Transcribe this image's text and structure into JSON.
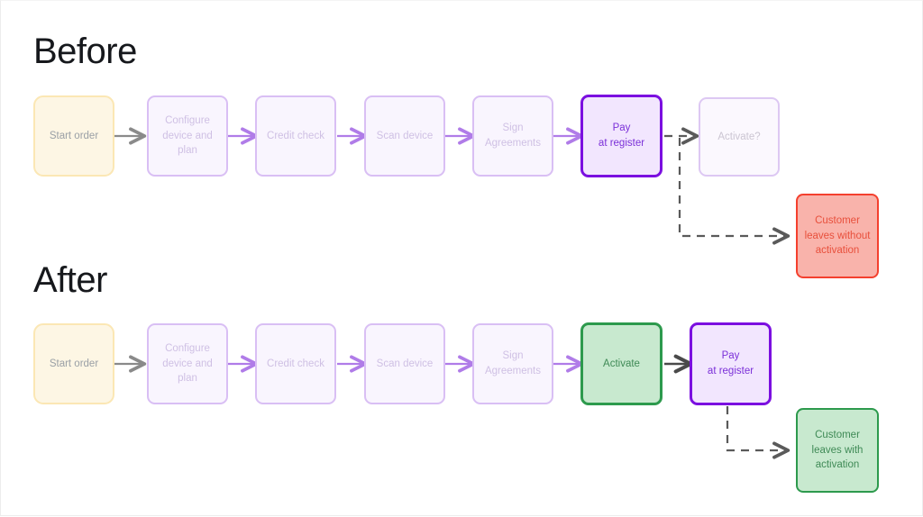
{
  "diagram": {
    "title_before": "Before",
    "title_after": "After",
    "colors": {
      "start_fill": "#fdf6e4",
      "start_border": "#fbe7b4",
      "step_fill": "#f9f5fe",
      "step_border": "#d9bff4",
      "highlight_border": "#7b0fe0",
      "highlight_fill": "#f2e6fe",
      "green_fill": "#c8e9cf",
      "green_border": "#2d9a4d",
      "red_fill": "#f9b3ab",
      "red_border": "#f4402e",
      "arrow_purple": "#b07ce8",
      "arrow_gray": "#8a8a8a",
      "dashed_gray": "#555555"
    },
    "before": {
      "nodes": [
        {
          "id": "start-order",
          "label": "Start order",
          "kind": "start"
        },
        {
          "id": "configure",
          "label": "Configure\ndevice and\nplan",
          "kind": "step"
        },
        {
          "id": "credit-check",
          "label": "Credit check",
          "kind": "step"
        },
        {
          "id": "scan-device",
          "label": "Scan device",
          "kind": "step"
        },
        {
          "id": "sign-agreements",
          "label": "Sign\nAgreements",
          "kind": "step"
        },
        {
          "id": "pay-at-register",
          "label": "Pay\nat register",
          "kind": "highlight"
        },
        {
          "id": "activate-question",
          "label": "Activate?",
          "kind": "faded"
        },
        {
          "id": "customer-leaves-without",
          "label": "Customer\nleaves without\nactivation",
          "kind": "red-outcome"
        }
      ]
    },
    "after": {
      "nodes": [
        {
          "id": "start-order",
          "label": "Start order",
          "kind": "start"
        },
        {
          "id": "configure",
          "label": "Configure\ndevice and\nplan",
          "kind": "step"
        },
        {
          "id": "credit-check",
          "label": "Credit check",
          "kind": "step"
        },
        {
          "id": "scan-device",
          "label": "Scan device",
          "kind": "step"
        },
        {
          "id": "sign-agreements",
          "label": "Sign\nAgreements",
          "kind": "step"
        },
        {
          "id": "activate",
          "label": "Activate",
          "kind": "green"
        },
        {
          "id": "pay-at-register",
          "label": "Pay\nat register",
          "kind": "highlight"
        },
        {
          "id": "customer-leaves-with",
          "label": "Customer\nleaves with\nactivation",
          "kind": "green-outcome"
        }
      ]
    }
  }
}
